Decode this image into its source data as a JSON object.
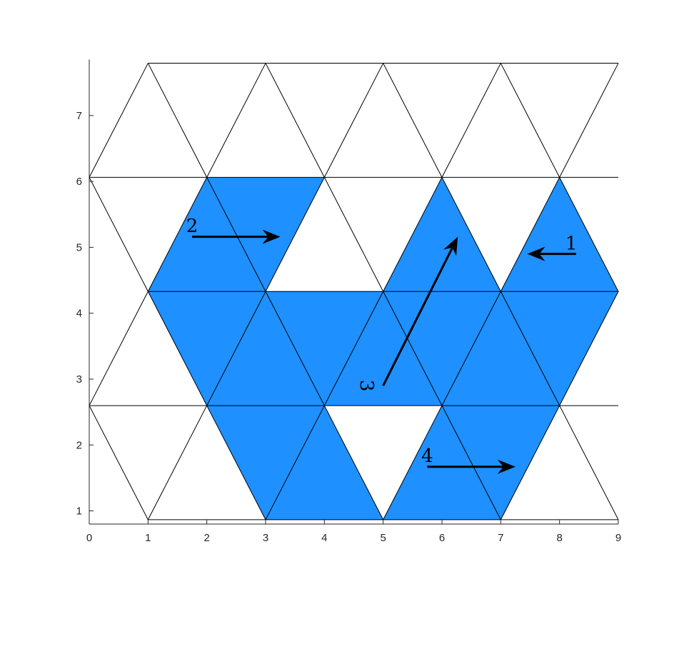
{
  "figure": {
    "background": "#ffffff",
    "fill_color": "#1e90ff",
    "edge_color": "#000000"
  },
  "chart_data": {
    "type": "triangular-lattice",
    "xlim": [
      0,
      9
    ],
    "ylim": [
      0.8,
      7.8
    ],
    "xticks": [
      0,
      1,
      2,
      3,
      4,
      5,
      6,
      7,
      8,
      9
    ],
    "yticks": [
      1,
      2,
      3,
      4,
      5,
      6,
      7
    ],
    "row_lines_y": [
      0.866,
      2.598,
      4.33,
      6.062,
      7.794
    ],
    "grid_points": [
      [
        [
          1,
          0.866
        ],
        [
          3,
          0.866
        ],
        [
          5,
          0.866
        ],
        [
          7,
          0.866
        ],
        [
          9,
          0.866
        ]
      ],
      [
        [
          0,
          2.598
        ],
        [
          2,
          2.598
        ],
        [
          4,
          2.598
        ],
        [
          6,
          2.598
        ],
        [
          8,
          2.598
        ]
      ],
      [
        [
          1,
          4.33
        ],
        [
          3,
          4.33
        ],
        [
          5,
          4.33
        ],
        [
          7,
          4.33
        ],
        [
          9,
          4.33
        ]
      ],
      [
        [
          0,
          6.062
        ],
        [
          2,
          6.062
        ],
        [
          4,
          6.062
        ],
        [
          6,
          6.062
        ],
        [
          8,
          6.062
        ]
      ],
      [
        [
          1,
          7.794
        ],
        [
          3,
          7.794
        ],
        [
          5,
          7.794
        ],
        [
          7,
          7.794
        ],
        [
          9,
          7.794
        ]
      ]
    ],
    "filled_regions": [
      [
        [
          2,
          2.598
        ],
        [
          1,
          4.33
        ],
        [
          2,
          6.062
        ],
        [
          4,
          6.062
        ],
        [
          3,
          4.33
        ],
        [
          4,
          2.598
        ],
        [
          3,
          0.866
        ]
      ],
      [
        [
          3,
          0.866
        ],
        [
          5,
          0.866
        ],
        [
          4,
          2.598
        ]
      ],
      [
        [
          3,
          4.33
        ],
        [
          5,
          4.33
        ],
        [
          6,
          6.062
        ],
        [
          7,
          4.33
        ],
        [
          8,
          6.062
        ],
        [
          9,
          4.33
        ],
        [
          8,
          2.598
        ],
        [
          7,
          0.866
        ],
        [
          5,
          0.866
        ],
        [
          6,
          2.598
        ],
        [
          4,
          2.598
        ]
      ]
    ],
    "arrows": [
      {
        "label": "1",
        "from": [
          8.28,
          4.9
        ],
        "to": [
          7.45,
          4.9
        ],
        "label_at": [
          8.2,
          5.04
        ],
        "label_rotation": 0
      },
      {
        "label": "2",
        "from": [
          1.75,
          5.16
        ],
        "to": [
          3.25,
          5.16
        ],
        "label_at": [
          1.75,
          5.31
        ],
        "label_rotation": 0
      },
      {
        "label": "3",
        "from": [
          5.0,
          2.9
        ],
        "to": [
          6.27,
          5.16
        ],
        "label_at": [
          4.7,
          2.9
        ],
        "label_rotation": 90
      },
      {
        "label": "4",
        "from": [
          5.75,
          1.67
        ],
        "to": [
          7.25,
          1.67
        ],
        "label_at": [
          5.75,
          1.82
        ],
        "label_rotation": 0
      }
    ]
  }
}
